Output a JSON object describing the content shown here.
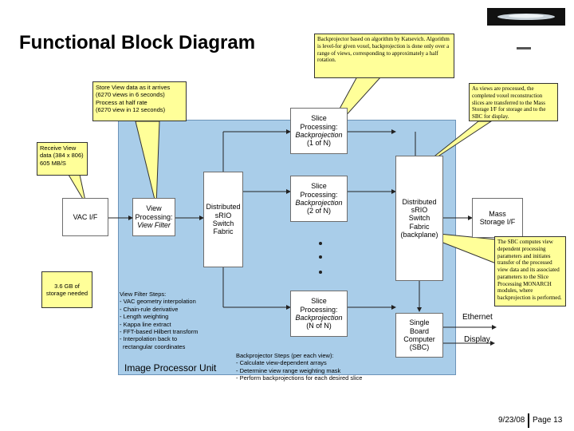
{
  "title": "Functional Block Diagram",
  "image_processor_unit": "Image Processor Unit",
  "blocks": {
    "vac_if": "VAC I/F",
    "view_processing": [
      "View",
      "Processing:",
      "View Filter"
    ],
    "srio_left": [
      "Distributed",
      "sRIO",
      "Switch",
      "Fabric"
    ],
    "slice_1": [
      "Slice",
      "Processing:",
      "Backprojection",
      "(1 of N)"
    ],
    "slice_2": [
      "Slice",
      "Processing:",
      "Backprojection",
      "(2 of N)"
    ],
    "slice_n": [
      "Slice",
      "Processing:",
      "Backprojection",
      "(N of N)"
    ],
    "srio_right": [
      "Distributed",
      "sRIO",
      "Switch",
      "Fabric",
      "(backplane)"
    ],
    "mass_storage": [
      "Mass",
      "Storage I/F"
    ],
    "sbc": [
      "Single",
      "Board",
      "Computer",
      "(SBC)"
    ]
  },
  "external_labels": {
    "ethernet": "Ethernet",
    "display": "Display"
  },
  "callouts": {
    "backprojector": "Backprojector based on algorithm by Katsevich. Algorithm is level-for given voxel, backprojection is done only over a range of views, corresponding to approximately a half rotation.",
    "store_view": [
      "Store View data as it arrives",
      "(6270 views in 6 seconds)",
      "Process at half rate",
      "(6270 view in 12 seconds)"
    ],
    "receive_view": [
      "Receive View",
      "data (384 x 806)",
      "605 MB/S"
    ],
    "storage_needed": [
      "3.6 GB of",
      "storage needed"
    ],
    "views_processed": "As views are processed, the completed voxel reconstruction slices are transferred to the Mass Storage I/F for storage and to the SBC for display.",
    "sbc_computes": "The SBC computes view dependent processing parameters and initiates transfer of the processed view data and its associated parameters to the Slice Processing MONARCH modules, where backprojection is performed."
  },
  "view_filter_steps": {
    "heading": "View Filter Steps:",
    "items": [
      "- VAC geometry interpolation",
      "- Chain-rule derivative",
      "- Length weighting",
      "- Kappa line extract",
      "- FFT-based Hilbert transform",
      "- Interpolation back to",
      "  rectangular coordinates"
    ]
  },
  "backprojector_steps": {
    "heading": "Backprojector Steps (per each view):",
    "items": [
      "- Calculate view-dependent arrays",
      "- Determine view range weighting mask",
      "- Perform backprojections for each desired slice"
    ]
  },
  "footer": {
    "date": "9/23/08",
    "page": "Page 13"
  },
  "colors": {
    "ipu_fill": "#a9cde9",
    "callout_fill": "#ffff99",
    "block_fill": "#ffffff"
  }
}
